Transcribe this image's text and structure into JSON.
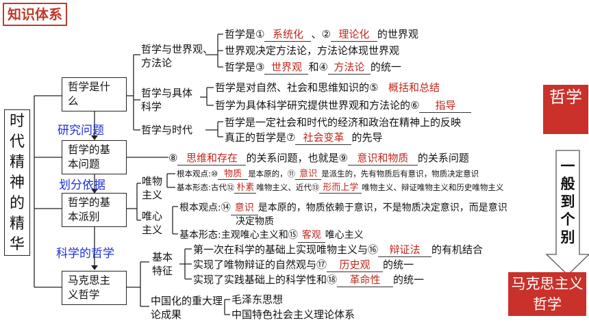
{
  "header": {
    "tag": "知识体系"
  },
  "left_title": [
    "时",
    "代",
    "精",
    "神",
    "的",
    "精",
    "华"
  ],
  "nodes": {
    "n1": "哲学是什么",
    "n2": "哲学的基本问题",
    "n3": "哲学的基本派别",
    "n4": "马克思主义哲学"
  },
  "blue_labels": {
    "b1": "研究问题",
    "b2": "划分依据",
    "b3": "科学的哲学"
  },
  "sub": {
    "s1": "哲学与世界观、方法论",
    "s2": "哲学与具体科学",
    "s3": "哲学与时代",
    "wu": "唯物主义",
    "xin": "唯心主义",
    "tz": "基本特征",
    "zg": "中国化的重大理论成果"
  },
  "lines": {
    "l1": {
      "a": "哲学是①",
      "b": "系统化",
      "c": "、②",
      "d": "理论化",
      "e": "的世界观"
    },
    "l2": "世界观决定方法论，方法论体现世界观",
    "l3": {
      "a": "哲学是③",
      "b": "世界观",
      "c": "和④",
      "d": "方法论",
      "e": "的统一"
    },
    "l4": {
      "a": "哲学是对自然、社会和思维知识的⑤",
      "b": "概括和总结"
    },
    "l5": {
      "a": "哲学为具体科学研究提供世界观和方法论的⑥",
      "b": "指导"
    },
    "l6": "哲学是一定社会和时代的经济和政治在精神上的反映",
    "l7": {
      "a": "真正的哲学是⑦",
      "b": "社会变革",
      "c": "的先导"
    },
    "l8": {
      "a": "⑧",
      "b": "思维和存在",
      "c": "的关系问题，也就是⑨",
      "d": "意识和物质",
      "e": "的关系问题"
    },
    "w1": {
      "a": "根本观点:⑩",
      "b": "物质",
      "c": "是本原的，⑪",
      "d": "意识",
      "e": "是派生的，先有物质后有意识，物质决定意识"
    },
    "w2": {
      "a": "基本形态:古代⑫",
      "b": "朴素",
      "c": "唯物主义、近代⑬",
      "d": "形而上学",
      "e": "唯物主义、辩证唯物主义和历史唯物主义"
    },
    "x1": {
      "a": "根本观点:⑭",
      "b": "意识",
      "c": "是本原的，物质依赖于意识，不是物质决定意识，而是意识"
    },
    "x1b": "决定物质",
    "x2": {
      "a": "基本形态:主观唯心主义和⑮",
      "b": "客观",
      "c": "唯心主义"
    },
    "m1": {
      "a": "第一次在科学的基础上实现唯物主义与⑯",
      "b": "辩证法",
      "c": "的有机结合"
    },
    "m2": {
      "a": "实现了唯物辩证的自然观与⑰",
      "b": "历史观",
      "c": "的统一"
    },
    "m3": {
      "a": "实现了实践基础上的科学性和⑱",
      "b": "革命性",
      "c": "的统一"
    },
    "c1": "毛泽东思想",
    "c2": "中国特色社会主义理论体系"
  },
  "right": {
    "philosophy": "哲学",
    "arrow_text": [
      "一",
      "般",
      "到",
      "个",
      "别"
    ],
    "marx": "马克思主义哲学"
  },
  "colors": {
    "accent_red": "#c9312a",
    "answer_red": "#c0261c",
    "blue": "#1a2fd6"
  }
}
